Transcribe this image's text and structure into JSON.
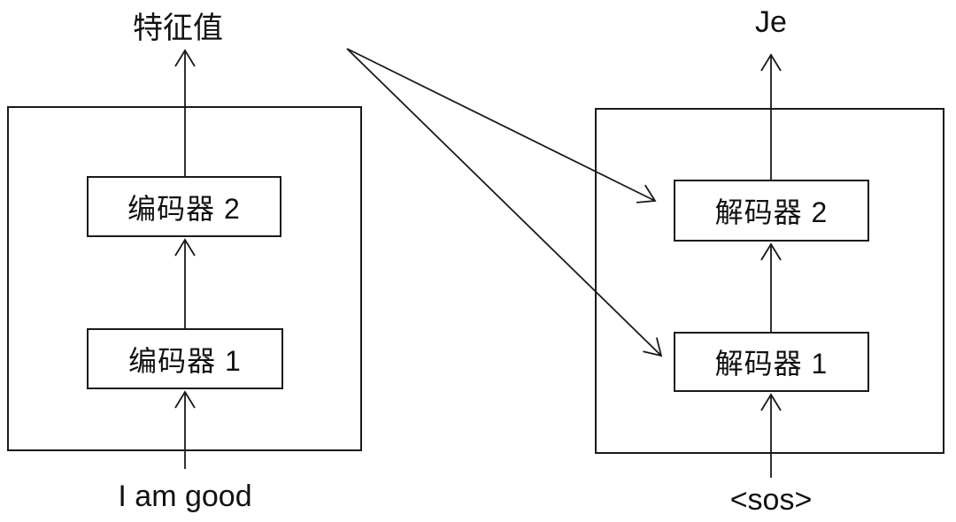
{
  "diagram": {
    "encoder": {
      "output_label": "特征值",
      "input_label": "I am good",
      "layers": [
        {
          "label": "编码器 2"
        },
        {
          "label": "编码器 1"
        }
      ]
    },
    "decoder": {
      "output_label": "Je",
      "input_label": "<sos>",
      "layers": [
        {
          "label": "解码器 2"
        },
        {
          "label": "解码器 1"
        }
      ]
    },
    "colors": {
      "line": "#1a1a1a",
      "background": "#ffffff",
      "text": "#111111"
    }
  }
}
